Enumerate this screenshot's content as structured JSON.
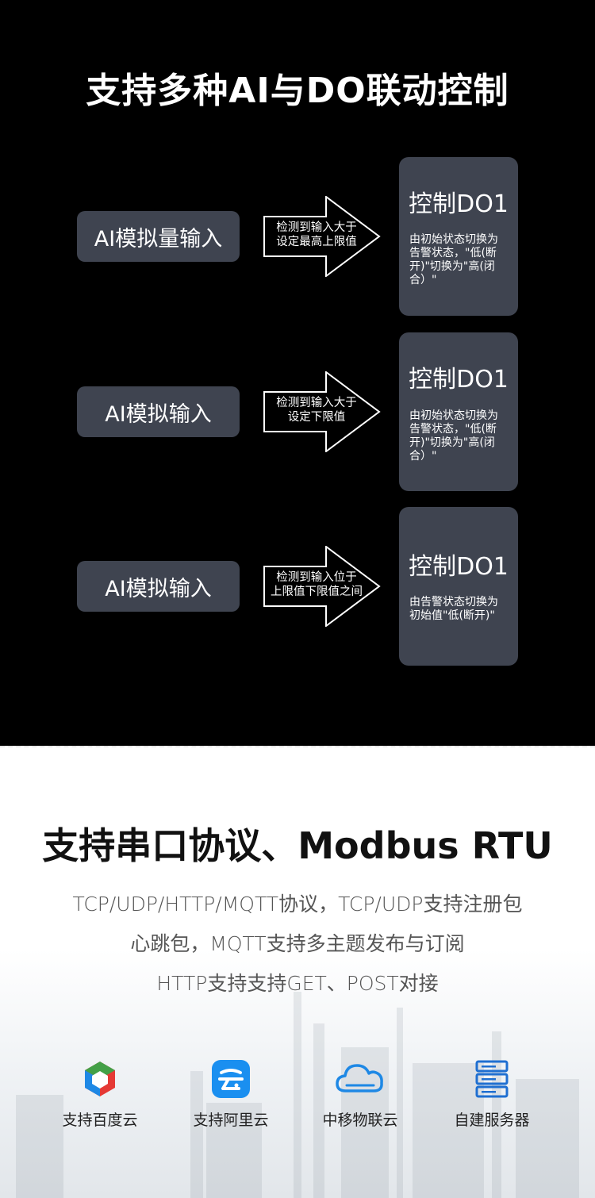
{
  "top": {
    "title": "支持多种AI与DO联动控制",
    "rows": [
      {
        "ai_label": "AI模拟量输入",
        "arrow_text": [
          "检测到输入大于",
          "设定最高上限值"
        ],
        "do_title": "控制DO1",
        "do_desc": "由初始状态切换为\n告警状态，\"低(断\n开)\"切换为\"高(闭\n合）\""
      },
      {
        "ai_label": "AI模拟输入",
        "arrow_text": [
          "检测到输入大于",
          "设定下限值"
        ],
        "do_title": "控制DO1",
        "do_desc": "由初始状态切换为\n告警状态，\"低(断\n开)\"切换为\"高(闭\n合）\""
      },
      {
        "ai_label": "AI模拟输入",
        "arrow_text": [
          "检测到输入位于",
          "上限值下限值之间"
        ],
        "do_title": "控制DO1",
        "do_desc": "由告警状态切换为\n初始值\"低(断开)\""
      }
    ]
  },
  "bottom": {
    "title": "支持串口协议、Modbus RTU",
    "lines": [
      "TCP/UDP/HTTP/MQTT协议，TCP/UDP支持注册包",
      "心跳包，MQTT支持多主题发布与订阅",
      "HTTP支持支持GET、POST对接"
    ],
    "clouds": [
      {
        "icon": "baidu-cloud-icon",
        "label": "支持百度云"
      },
      {
        "icon": "aliyun-icon",
        "label": "支持阿里云"
      },
      {
        "icon": "onenet-cloud-icon",
        "label": "中移物联云"
      },
      {
        "icon": "server-icon",
        "label": "自建服务器"
      }
    ],
    "colors": {
      "aliyun_blue": "#1a8ff0",
      "onenet_blue": "#1e88e5",
      "server_blue": "#1f6fd1"
    }
  }
}
